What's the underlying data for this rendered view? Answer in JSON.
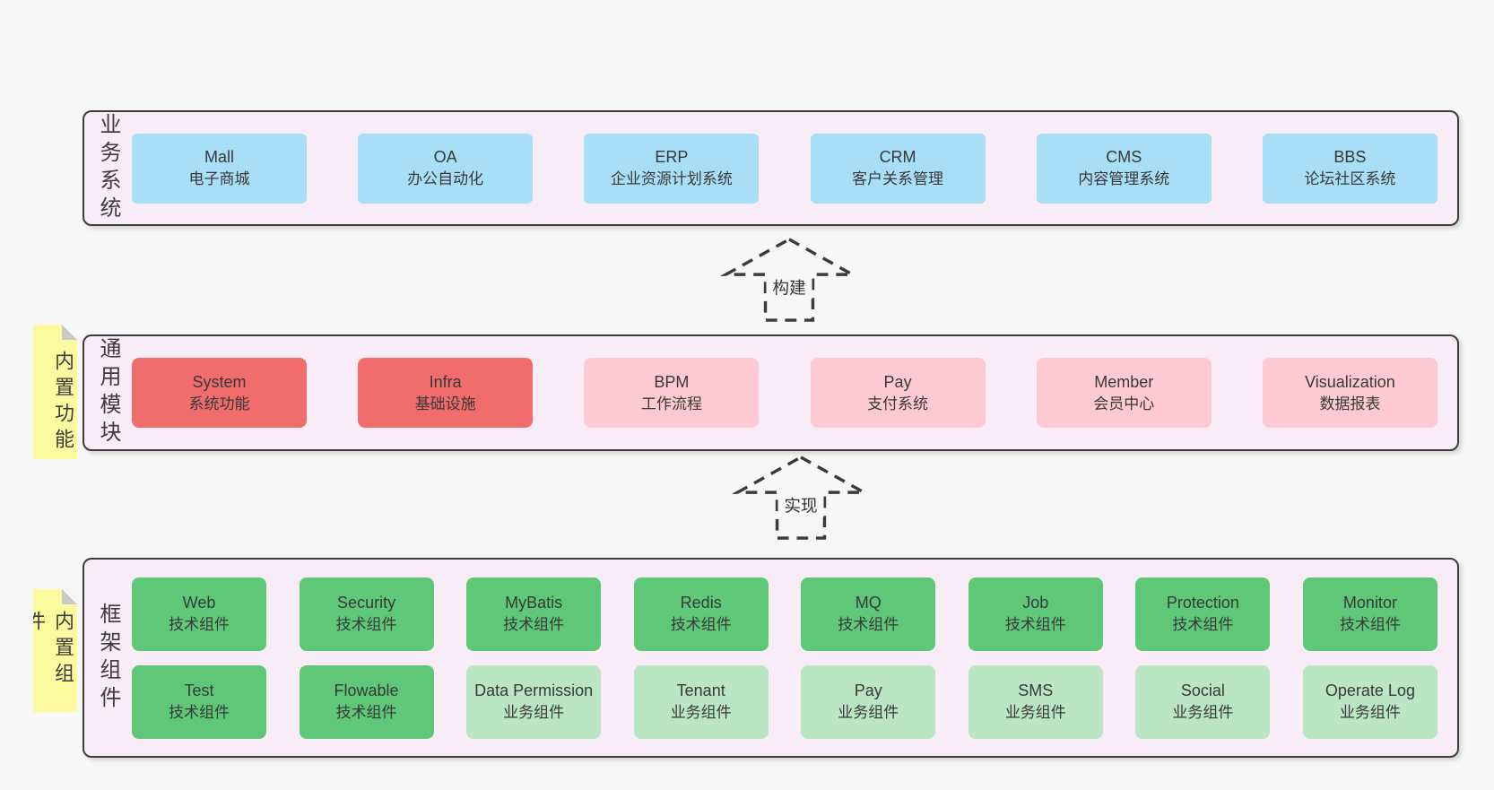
{
  "palette": {
    "page_bg": "#f7f7f7",
    "container_bg": "#f8edf6",
    "container_border": "#3c3c3c",
    "blue_node": "#a9def7",
    "red_node": "#f16c6c",
    "pink_node": "#fdcad4",
    "green_node": "#5fc878",
    "green_light_node": "#bbe6c3",
    "sticky_yellow": "#fbfa9f",
    "sticky_fold": "#c9c9c9",
    "text": "#383838"
  },
  "arrows": [
    {
      "label": "构建"
    },
    {
      "label": "实现"
    }
  ],
  "layers": [
    {
      "label": "业务系统",
      "boxes": [
        {
          "name": "Mall",
          "desc": "电子商城"
        },
        {
          "name": "OA",
          "desc": "办公自动化"
        },
        {
          "name": "ERP",
          "desc": "企业资源计划系统"
        },
        {
          "name": "CRM",
          "desc": "客户关系管理"
        },
        {
          "name": "CMS",
          "desc": "内容管理系统"
        },
        {
          "name": "BBS",
          "desc": "论坛社区系统"
        }
      ]
    },
    {
      "label": "通用模块",
      "sticky": "内置功能",
      "boxes": [
        {
          "name": "System",
          "desc": "系统功能"
        },
        {
          "name": "Infra",
          "desc": "基础设施"
        },
        {
          "name": "BPM",
          "desc": "工作流程"
        },
        {
          "name": "Pay",
          "desc": "支付系统"
        },
        {
          "name": "Member",
          "desc": "会员中心"
        },
        {
          "name": "Visualization",
          "desc": "数据报表"
        }
      ]
    },
    {
      "label": "框架组件",
      "sticky": "内置组件",
      "row1": [
        {
          "name": "Web",
          "desc": "技术组件"
        },
        {
          "name": "Security",
          "desc": "技术组件"
        },
        {
          "name": "MyBatis",
          "desc": "技术组件"
        },
        {
          "name": "Redis",
          "desc": "技术组件"
        },
        {
          "name": "MQ",
          "desc": "技术组件"
        },
        {
          "name": "Job",
          "desc": "技术组件"
        },
        {
          "name": "Protection",
          "desc": "技术组件"
        },
        {
          "name": "Monitor",
          "desc": "技术组件"
        }
      ],
      "row2": [
        {
          "name": "Test",
          "desc": "技术组件"
        },
        {
          "name": "Flowable",
          "desc": "技术组件"
        },
        {
          "name": "Data Permission",
          "desc": "业务组件"
        },
        {
          "name": "Tenant",
          "desc": "业务组件"
        },
        {
          "name": "Pay",
          "desc": "业务组件"
        },
        {
          "name": "SMS",
          "desc": "业务组件"
        },
        {
          "name": "Social",
          "desc": "业务组件"
        },
        {
          "name": "Operate Log",
          "desc": "业务组件"
        }
      ]
    }
  ]
}
